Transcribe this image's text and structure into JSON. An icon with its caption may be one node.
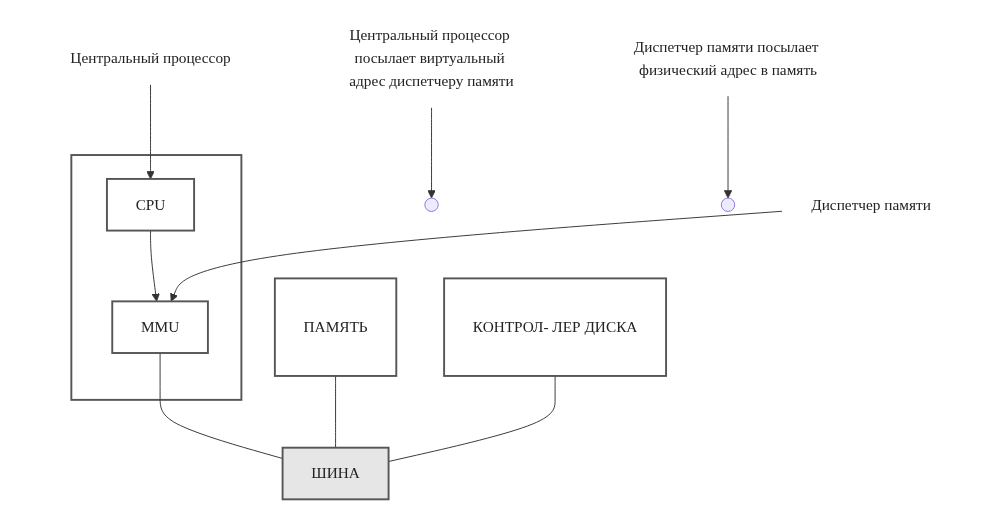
{
  "diagram": {
    "nodes": [
      {
        "text": [],
        "shape": "box"
      },
      {
        "text": [
          "CPU"
        ],
        "in": 0
      },
      {
        "text": [
          "MMU"
        ],
        "in": 0
      },
      {
        "text": [
          "ПАМЯТЬ"
        ]
      },
      {
        "text": [
          "КОНТРОЛ- ЛЕР ДИСКА"
        ]
      },
      {
        "text": [
          "ШИНА"
        ]
      },
      {
        "text": [
          "Центральный процессор"
        ]
      },
      {
        "text": [
          "Центральный процессор посылает виртуальный адрес диспетчеру памяти"
        ]
      },
      {
        "text": [
          "Диспетчер памяти"
        ]
      },
      {
        "text": [
          "Диспетчер памяти посылает физический адрес в память"
        ]
      }
    ],
    "edges": [
      {
        "from": 6,
        "to": 1,
        "arrow": "to"
      },
      {
        "from": 7,
        "to": null,
        "arrow": "to"
      },
      {
        "from": 1,
        "to": 2,
        "arrow": "to"
      },
      {
        "from": 8,
        "to": 2,
        "arrow": "to"
      },
      {
        "from": 9,
        "to": null,
        "arrow": "to"
      },
      {
        "from": 2,
        "to": 5,
        "arrow": "none"
      },
      {
        "from": 3,
        "to": 5,
        "arrow": "none"
      },
      {
        "from": 4,
        "to": 5,
        "arrow": "none"
      }
    ]
  }
}
